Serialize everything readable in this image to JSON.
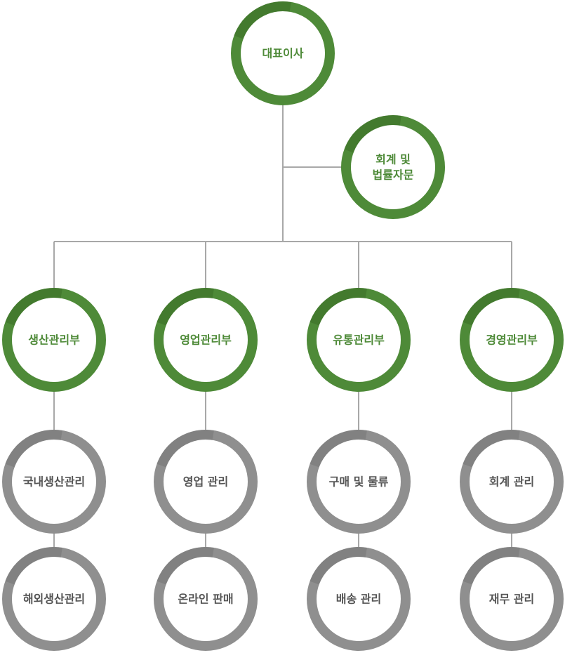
{
  "colors": {
    "primary_ring": "#4e8a38",
    "primary_ring_dark": "#3b6e27",
    "primary_text": "#4e8a38",
    "secondary_ring": "#8f8f8f",
    "secondary_ring_dark": "#777777",
    "secondary_text": "#555555",
    "connector": "#a8a8a8"
  },
  "ceo": {
    "label": [
      "대표이사"
    ]
  },
  "advisor": {
    "label": [
      "회계 및",
      "법률자문"
    ]
  },
  "departments": [
    {
      "label": [
        "생산관리부"
      ],
      "teams": [
        {
          "label": [
            "국내생산관리"
          ]
        },
        {
          "label": [
            "해외생산관리"
          ]
        }
      ]
    },
    {
      "label": [
        "영업관리부"
      ],
      "teams": [
        {
          "label": [
            "영업 관리"
          ]
        },
        {
          "label": [
            "온라인 판매"
          ]
        }
      ]
    },
    {
      "label": [
        "유통관리부"
      ],
      "teams": [
        {
          "label": [
            "구매 및 물류"
          ]
        },
        {
          "label": [
            "배송 관리"
          ]
        }
      ]
    },
    {
      "label": [
        "경영관리부"
      ],
      "teams": [
        {
          "label": [
            "회계 관리"
          ]
        },
        {
          "label": [
            "재무 관리"
          ]
        }
      ]
    }
  ]
}
